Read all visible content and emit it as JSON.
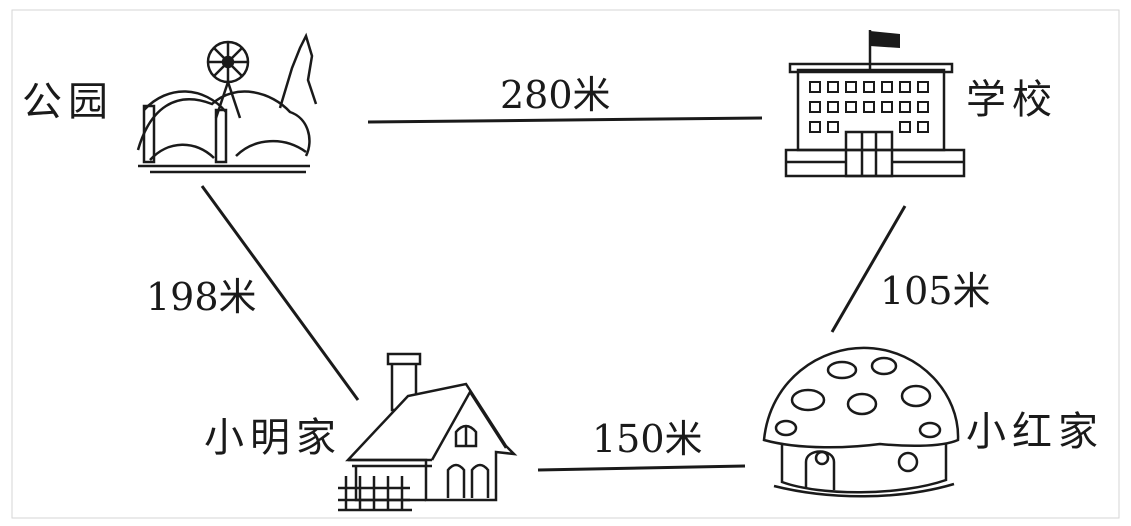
{
  "places": {
    "park": "公园",
    "school": "学校",
    "xiaoming_home": "小明家",
    "xiaohong_home": "小红家"
  },
  "distances": {
    "park_school": "280米",
    "park_xiaoming": "198米",
    "school_xiaohong": "105米",
    "xiaoming_xiaohong": "150米"
  },
  "icons": {
    "park": "park-ferris-wheel-icon",
    "school": "school-building-icon",
    "xiaoming_home": "house-icon",
    "xiaohong_home": "mushroom-house-icon"
  },
  "colors": {
    "ink": "#1a1a1a",
    "background": "#ffffff"
  }
}
